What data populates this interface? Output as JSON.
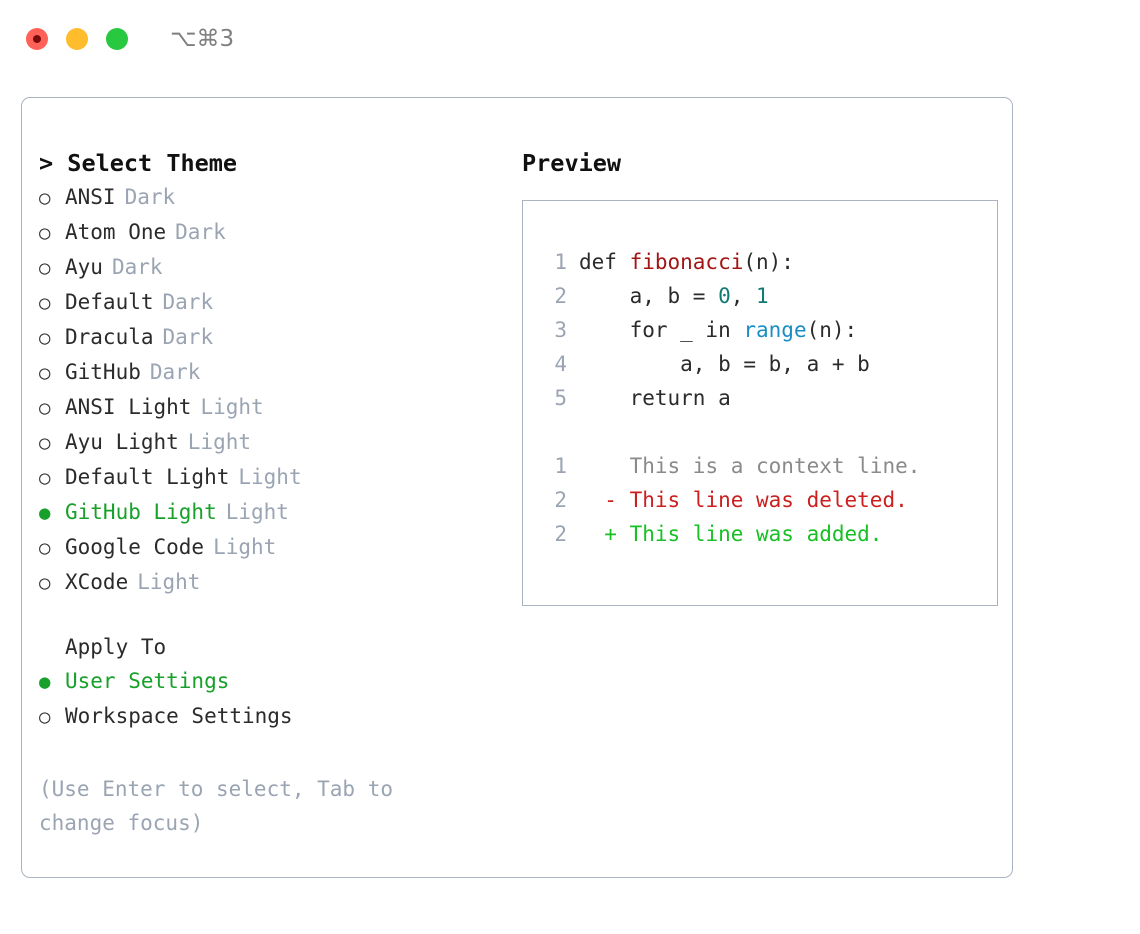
{
  "titlebar": {
    "shortcut": "⌥⌘3",
    "lights": [
      {
        "name": "close",
        "color": "#ff6058"
      },
      {
        "name": "minimize",
        "color": "#ffbd2e"
      },
      {
        "name": "maximize",
        "color": "#28c840"
      }
    ]
  },
  "theme_picker": {
    "heading": "> Select Theme",
    "selected_bullet": "●",
    "unselected_bullet": "○",
    "items": [
      {
        "label": "ANSI",
        "tag": "Dark",
        "selected": false
      },
      {
        "label": "Atom One",
        "tag": "Dark",
        "selected": false
      },
      {
        "label": "Ayu",
        "tag": "Dark",
        "selected": false
      },
      {
        "label": "Default",
        "tag": "Dark",
        "selected": false
      },
      {
        "label": "Dracula",
        "tag": "Dark",
        "selected": false
      },
      {
        "label": "GitHub",
        "tag": "Dark",
        "selected": false
      },
      {
        "label": "ANSI Light",
        "tag": "Light",
        "selected": false
      },
      {
        "label": "Ayu Light",
        "tag": "Light",
        "selected": false
      },
      {
        "label": "Default Light",
        "tag": "Light",
        "selected": false
      },
      {
        "label": "GitHub Light",
        "tag": "Light",
        "selected": true
      },
      {
        "label": "Google Code",
        "tag": "Light",
        "selected": false
      },
      {
        "label": "XCode",
        "tag": "Light",
        "selected": false
      }
    ]
  },
  "apply_to": {
    "heading": "Apply To",
    "items": [
      {
        "label": "User Settings",
        "selected": true
      },
      {
        "label": "Workspace Settings",
        "selected": false
      }
    ]
  },
  "hint": "(Use Enter to select, Tab to change focus)",
  "preview": {
    "title": "Preview",
    "code": [
      {
        "num": "1",
        "parts": [
          {
            "text": "def ",
            "style": "plain"
          },
          {
            "text": "fibonacci",
            "style": "fn"
          },
          {
            "text": "(n):",
            "style": "plain"
          }
        ]
      },
      {
        "num": "2",
        "parts": [
          {
            "text": "    a, b = ",
            "style": "plain"
          },
          {
            "text": "0",
            "style": "num"
          },
          {
            "text": ", ",
            "style": "plain"
          },
          {
            "text": "1",
            "style": "num"
          }
        ]
      },
      {
        "num": "3",
        "parts": [
          {
            "text": "    for _ in ",
            "style": "plain"
          },
          {
            "text": "range",
            "style": "builtin"
          },
          {
            "text": "(n):",
            "style": "plain"
          }
        ]
      },
      {
        "num": "4",
        "parts": [
          {
            "text": "        a, b = b, a + b",
            "style": "plain"
          }
        ]
      },
      {
        "num": "5",
        "parts": [
          {
            "text": "    return a",
            "style": "plain"
          }
        ]
      }
    ],
    "diff": [
      {
        "num": "1",
        "marker": " ",
        "text": " This is a context line.",
        "kind": "context"
      },
      {
        "num": "2",
        "marker": "-",
        "text": " This line was deleted.",
        "kind": "deleted"
      },
      {
        "num": "2",
        "marker": "+",
        "text": " This line was added.",
        "kind": "added"
      }
    ]
  },
  "colors": {
    "accent_green": "#17a02a",
    "muted": "#9aa4b2",
    "border": "#aab3c0",
    "fn_red": "#a31515",
    "num_teal": "#0f7b72",
    "builtin_blue": "#1a8ec4",
    "diff_delete": "#cc1f1f",
    "diff_add": "#17c024"
  }
}
